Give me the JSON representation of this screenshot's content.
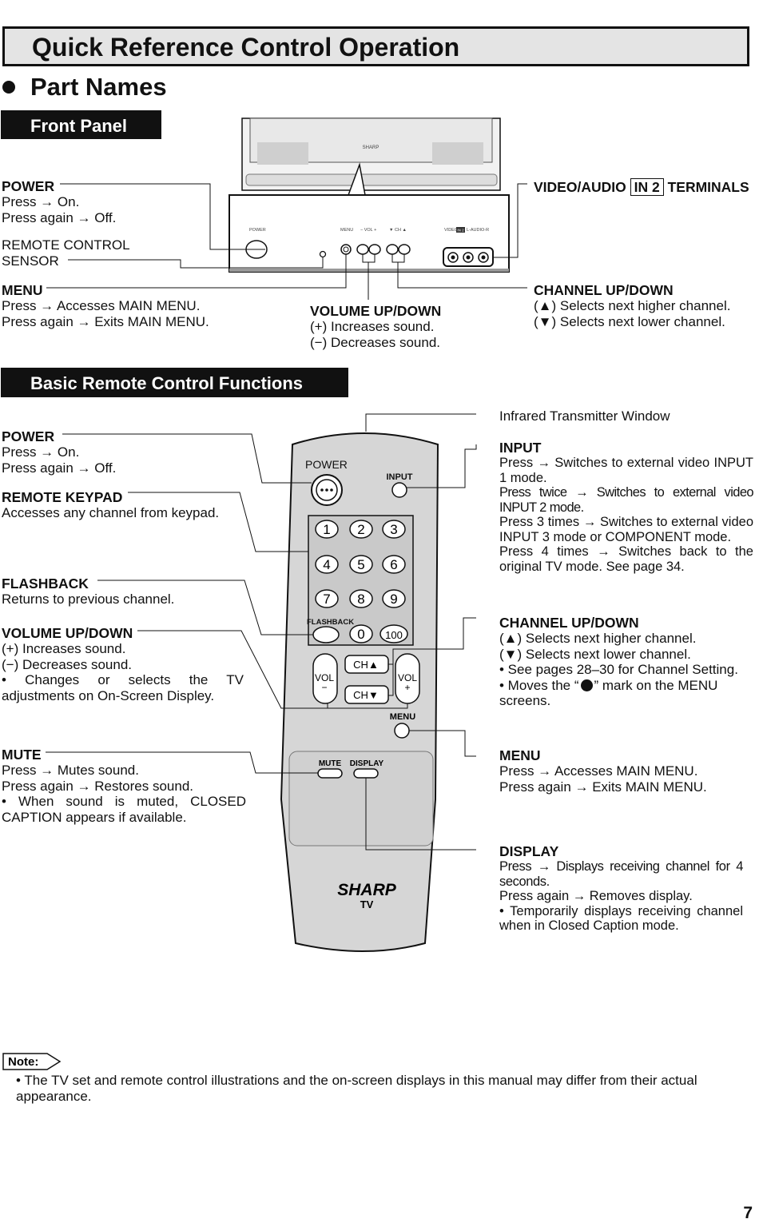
{
  "header": {
    "title": "Quick Reference Control Operation"
  },
  "section_part_names": "Part Names",
  "front_panel": {
    "tab": "Front Panel",
    "power": {
      "heading": "POWER",
      "line1": "Press → On.",
      "line2": "Press again → Off."
    },
    "sensor": {
      "line1": "REMOTE CONTROL",
      "line2": "SENSOR"
    },
    "menu": {
      "heading": "MENU",
      "line1": "Press → Accesses MAIN MENU.",
      "line2": "Press again → Exits MAIN MENU."
    },
    "volume": {
      "heading": "VOLUME UP/DOWN",
      "line1": "(+) Increases sound.",
      "line2": "(−) Decreases sound."
    },
    "video_audio": {
      "prefix": "VIDEO/AUDIO",
      "boxed": "IN 2",
      "suffix": "TERMINALS"
    },
    "channel": {
      "heading": "CHANNEL UP/DOWN",
      "line1": "(▲)  Selects next higher channel.",
      "line2": "(▼)  Selects next lower channel."
    },
    "panel_labels": {
      "power": "POWER",
      "menu": "MENU",
      "vol": "−  VOL  +",
      "ch": "▼  CH  ▲",
      "video": "VIDEO",
      "in2": "IN 2",
      "audio": "L-AUDIO-R",
      "brand": "SHARP"
    }
  },
  "remote_section": {
    "tab": "Basic Remote Control Functions",
    "power": {
      "heading": "POWER",
      "line1": "Press → On.",
      "line2": "Press again → Off."
    },
    "keypad": {
      "heading": "REMOTE KEYPAD",
      "line1": "Accesses any channel from keypad."
    },
    "flashback": {
      "heading": "FLASHBACK",
      "line1": "Returns to previous channel."
    },
    "volume": {
      "heading": "VOLUME UP/DOWN",
      "line1": "(+) Increases sound.",
      "line2": "(−) Decreases sound.",
      "bullet": "•  Changes or selects the TV adjustments on On-Screen Displey."
    },
    "mute": {
      "heading": "MUTE",
      "line1": "Press → Mutes sound.",
      "line2": "Press again → Restores sound.",
      "bullet": "•  When sound is muted, CLOSED CAPTION appears if available."
    },
    "ir_window": "Infrared Transmitter Window",
    "input": {
      "heading": "INPUT",
      "p1": "Press → Switches to external video INPUT 1 mode.",
      "p2": "Press twice → Switches to external video INPUT 2 mode.",
      "p3": "Press 3 times → Switches to external video INPUT 3 mode or COMPONENT mode.",
      "p4": "Press 4 times → Switches back to the original TV mode. See page 34."
    },
    "channel": {
      "heading": "CHANNEL UP/DOWN",
      "line1": "(▲) Selects next higher channel.",
      "line2": "(▼) Selects next lower channel.",
      "bullet1": "•  See pages 28–30 for Channel Setting.",
      "bullet2_a": "•  Moves the “",
      "bullet2_b": "” mark on the MENU screens."
    },
    "menu": {
      "heading": "MENU",
      "line1": "Press → Accesses MAIN MENU.",
      "line2": "Press again → Exits MAIN MENU."
    },
    "display": {
      "heading": "DISPLAY",
      "p1": "Press → Displays receiving channel for 4 seconds.",
      "p2": "Press again → Removes display.",
      "bullet": "•  Temporarily displays receiving channel when in Closed Caption mode."
    },
    "remote_labels": {
      "power": "POWER",
      "input": "INPUT",
      "flashback": "FLASHBACK",
      "keys": [
        "1",
        "2",
        "3",
        "4",
        "5",
        "6",
        "7",
        "8",
        "9",
        "0",
        "100"
      ],
      "ch_up": "CH▲",
      "ch_down": "CH▼",
      "vol": "VOL",
      "vol_minus": "−",
      "vol_plus": "+",
      "menu": "MENU",
      "mute": "MUTE",
      "display": "DISPLAY",
      "brand": "SHARP",
      "tv": "TV"
    }
  },
  "note": {
    "label": "Note:",
    "text": "•  The TV set and remote control illustrations and the on-screen displays in this manual may differ from their actual appearance."
  },
  "page_number": "7"
}
